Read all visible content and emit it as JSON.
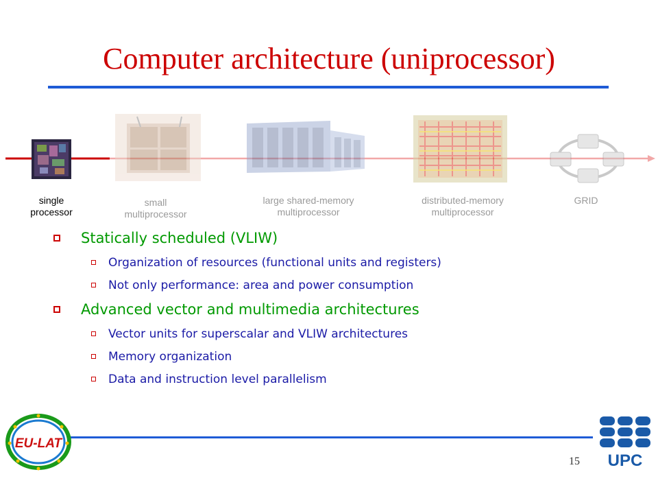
{
  "slide": {
    "title": "Computer architecture (uniprocessor)",
    "page_number": "15"
  },
  "timeline": {
    "stages": [
      {
        "label_line1": "single",
        "label_line2": "processor",
        "active": true
      },
      {
        "label_line1": "small",
        "label_line2": "multiprocessor",
        "active": false
      },
      {
        "label_line1": "large shared-memory",
        "label_line2": "multiprocessor",
        "active": false
      },
      {
        "label_line1": "distributed-memory",
        "label_line2": "multiprocessor",
        "active": false
      },
      {
        "label_line1": "GRID",
        "label_line2": "",
        "active": false
      }
    ]
  },
  "bullets": [
    {
      "text": "Statically scheduled (VLIW)",
      "sub": [
        "Organization of resources (functional units and registers)",
        "Not only performance: area and power consumption"
      ]
    },
    {
      "text": "Advanced vector and multimedia architectures",
      "sub": [
        "Vector units for superscalar and VLIW architectures",
        "Memory organization",
        "Data and instruction level parallelism"
      ]
    }
  ],
  "logos": {
    "left_text": "EU-LAT",
    "right_text": "UPC"
  },
  "colors": {
    "title": "#cc0000",
    "rule": "#1e5bd6",
    "level1": "#009900",
    "level2": "#1a1aa6",
    "arrow_active": "#cc0000",
    "arrow_faded": "#f2a8a8"
  }
}
